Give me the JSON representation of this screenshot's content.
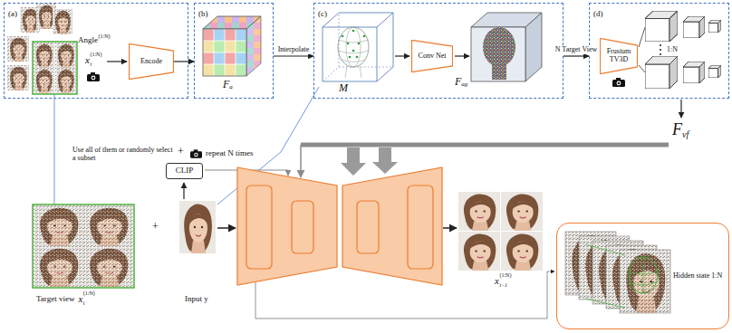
{
  "diagram": {
    "nodes": [
      {
        "text": [
          "(a)"
        ]
      },
      {
        "text": [
          "Encode"
        ],
        "in": 0
      },
      {
        "text": [
          "(b)"
        ]
      },
      {
        "text": [
          "(c)"
        ]
      },
      {
        "text": [
          "Conv Net"
        ],
        "in": 3
      },
      {
        "text": [
          "(d)"
        ]
      },
      {
        "text": [
          "Frustum TV3D"
        ],
        "in": 5
      },
      {
        "text": [
          "CLIP"
        ]
      },
      {
        "text": [
          "Hidden state 1:N"
        ]
      }
    ],
    "edges": [
      {
        "from": 1,
        "to": 2,
        "arrow": "to"
      },
      {
        "from": 2,
        "to": 3,
        "label": "Interpolate",
        "arrow": "to"
      },
      {
        "from": 3,
        "to": 5,
        "label": "N Target View",
        "arrow": "to"
      }
    ],
    "labels": [
      "Angle",
      "(1:N)",
      "x",
      "(1:N)",
      "t",
      "F",
      "a",
      "M",
      "F",
      "ag",
      "1:N",
      "F",
      "vf",
      "Use all of them or randomly select a subset",
      "+",
      "repeat N times",
      "+",
      "Target view",
      "x",
      "(1:N)",
      "t",
      "Input y",
      "x",
      "(1:N)",
      "t−1"
    ]
  }
}
